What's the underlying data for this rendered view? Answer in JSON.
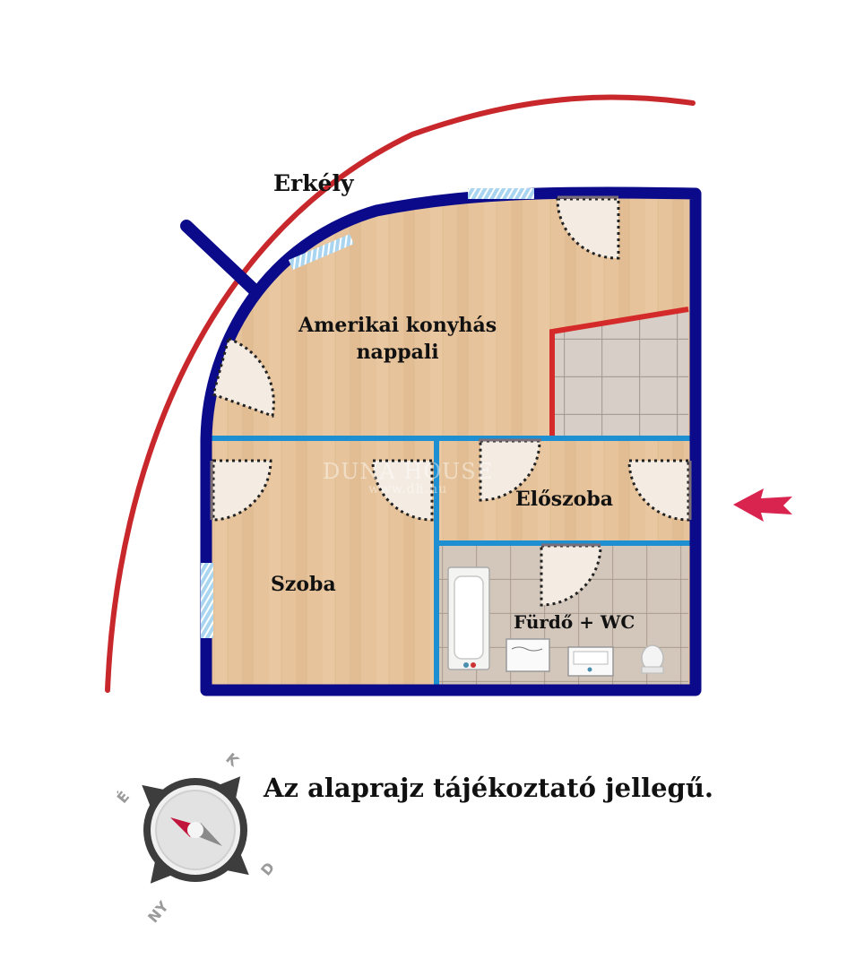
{
  "balcony": {
    "label": "Erkély"
  },
  "rooms": [
    {
      "id": "living",
      "label_line1": "Amerikai konyhás",
      "label_line2": "nappali",
      "floor": "wood"
    },
    {
      "id": "bedroom",
      "label": "Szoba",
      "floor": "wood"
    },
    {
      "id": "hall",
      "label": "Előszoba",
      "floor": "wood"
    },
    {
      "id": "bathroom",
      "label": "Fürdő + WC",
      "floor": "tile"
    },
    {
      "id": "kitchen",
      "label": "",
      "floor": "tile"
    }
  ],
  "watermark": {
    "brand": "DUNA HOUSE",
    "url": "www.dh.hu"
  },
  "disclaimer": "Az alaprajz tájékoztató jellegű.",
  "compass": {
    "north": "É",
    "east": "K",
    "south": "D",
    "west": "NY"
  },
  "entrance_arrow": {
    "icon": "entrance-arrow-icon",
    "direction": "left"
  },
  "colors": {
    "outer_wall": "#0a0a8a",
    "inner_wall": "#1e8fd0",
    "balcony_rail": "#c8282c",
    "kitchen_outline": "#d42a2a",
    "wood": "#e6c39a",
    "tile": "#cfc2b4",
    "window": "#9fcfee",
    "arrow": "#d9244f",
    "compass_needle": "#c0143c"
  }
}
